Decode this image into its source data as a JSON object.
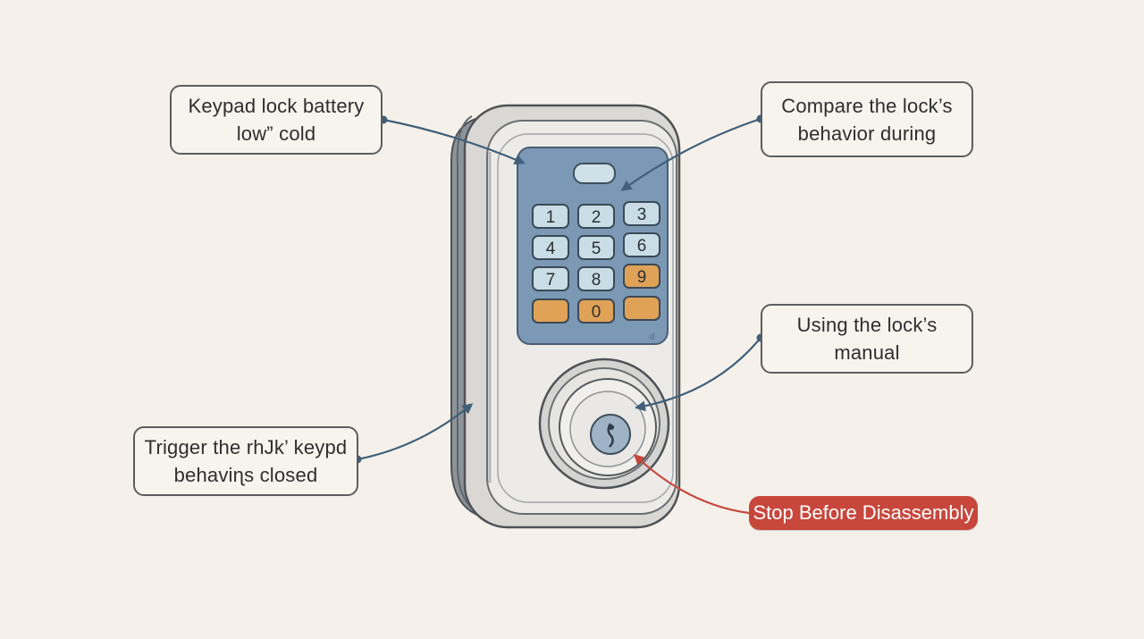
{
  "callouts": {
    "battery": {
      "line1": "Keypad lock battery",
      "line2": "low” cold"
    },
    "compare": {
      "line1": "Compare the lock’s",
      "line2": "behavior during"
    },
    "manual": {
      "line1": "Using the lock’s",
      "line2": "manual"
    },
    "trigger": {
      "line1": "Trigger the rhJk’ keypd",
      "line2": "behaviɳs closed"
    }
  },
  "warning": {
    "label": "Stop Before Disassembly",
    "color": "#c8473c"
  },
  "keypad": {
    "keys": [
      "1",
      "2",
      "3",
      "4",
      "5",
      "6",
      "7",
      "8",
      "9",
      "",
      "0",
      ""
    ],
    "accent_key_color": "#e0a257",
    "normal_key_color": "#c9dde6",
    "panel_color": "#7b98b5"
  },
  "colors": {
    "leader_line": "#3f5f7a",
    "warning_line": "#c8473c",
    "lock_body": "#e9e7e3"
  }
}
